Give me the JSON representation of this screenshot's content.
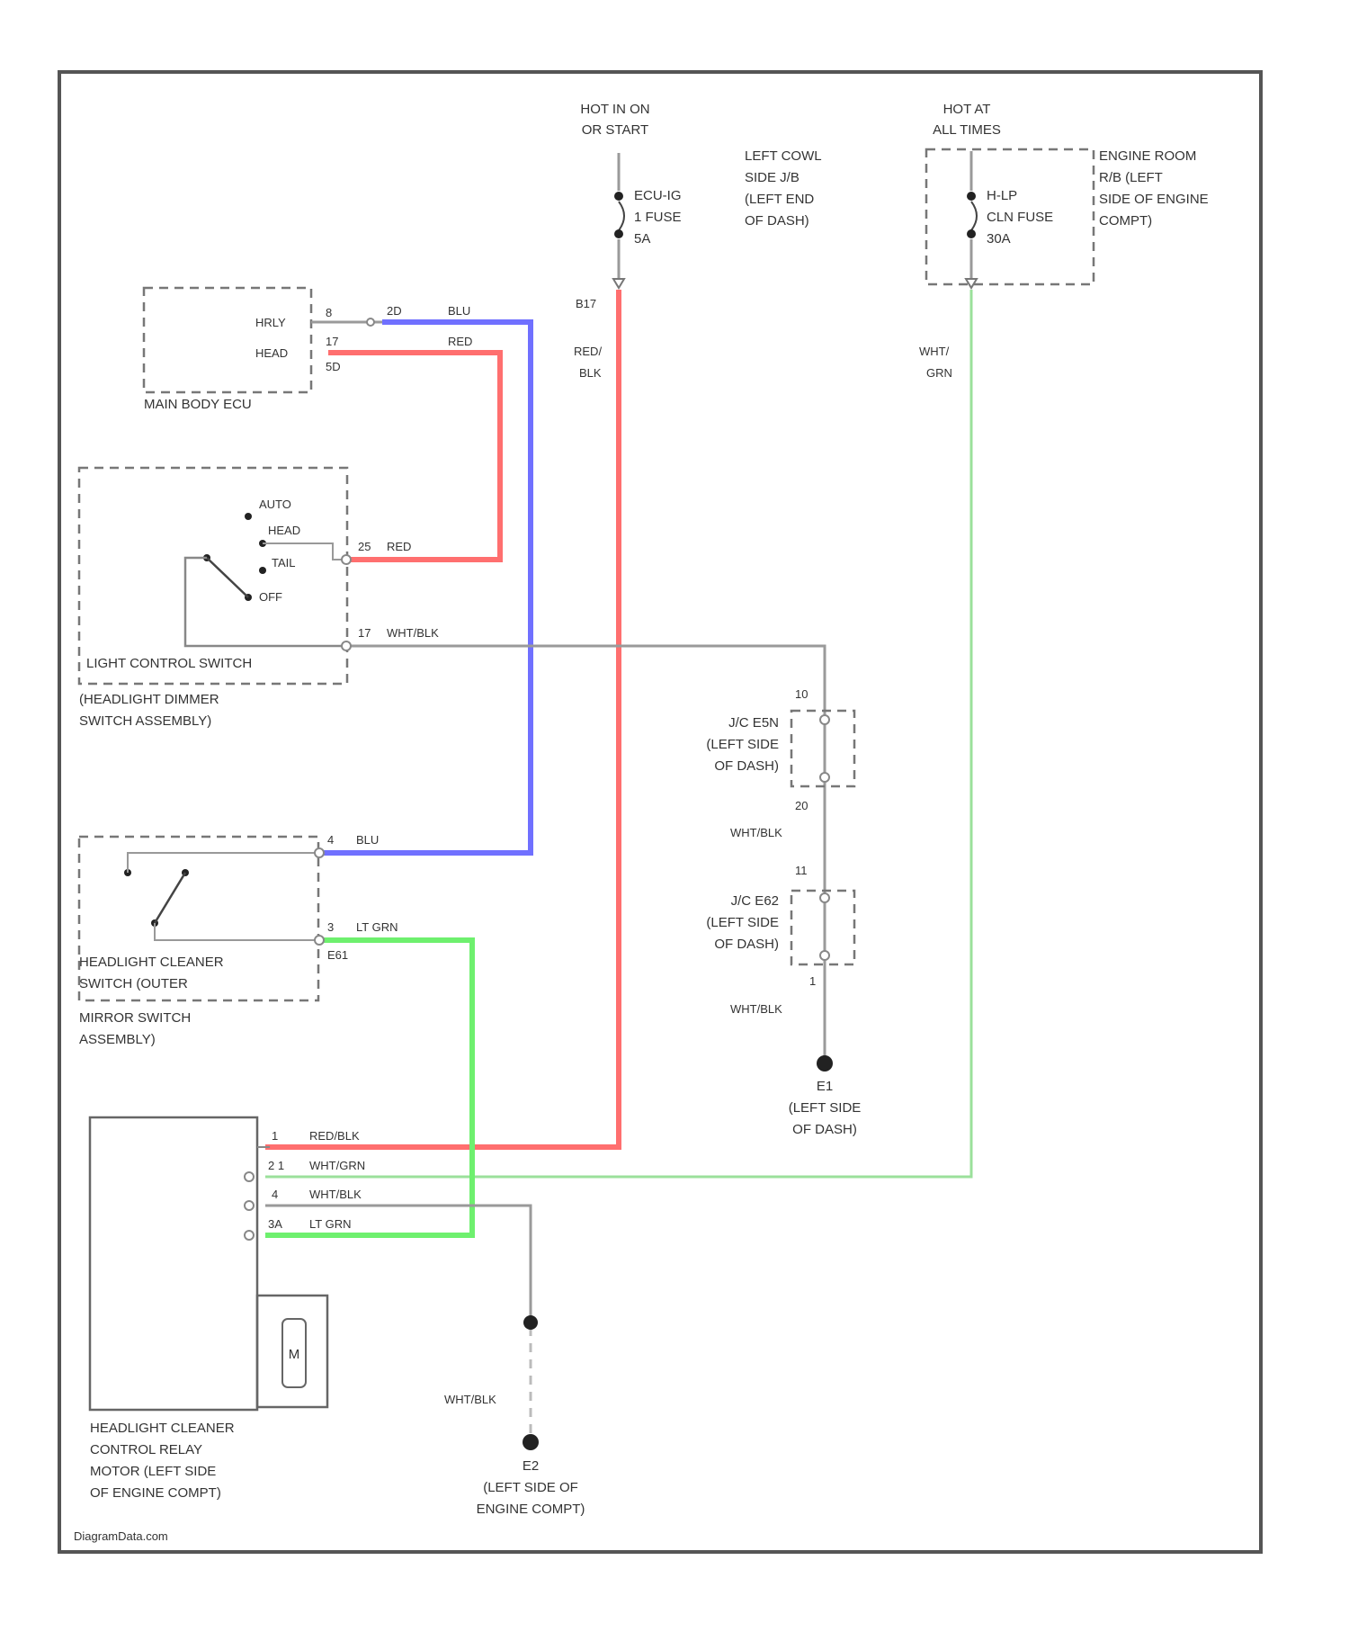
{
  "power": {
    "ign_line1": "HOT IN ON",
    "ign_line2": "OR START",
    "batt_line1": "HOT AT",
    "batt_line2": "ALL TIMES"
  },
  "fuses": {
    "ecu_ig": [
      "ECU-IG",
      "1 FUSE",
      "5A"
    ],
    "hlp": [
      "H-LP",
      "CLN FUSE",
      "30A"
    ]
  },
  "locations": {
    "cowl_jb": [
      "LEFT COWL",
      "SIDE J/B",
      "(LEFT END",
      "OF DASH)"
    ],
    "engine_rb": [
      "ENGINE ROOM",
      "R/B (LEFT",
      "SIDE OF ENGINE",
      "COMPT)"
    ]
  },
  "connectors": {
    "b17": "B17",
    "hrly_pin": "8",
    "head_pin": "17",
    "head_conn": "5D",
    "d_ref": "2D",
    "lcs_head_pin": "25",
    "lcs_gnd_pin": "17",
    "j5_top": "10",
    "j5_bot": "20",
    "j6_top": "11",
    "j6_bot": "1",
    "hc_top_pin": "4",
    "hc_bot_pin": "3",
    "hc_conn": "E61",
    "relay_p1": "1",
    "relay_p2": "2 1",
    "relay_p3": "4",
    "relay_p4": "3A"
  },
  "wires": {
    "blu": "BLU",
    "red": "RED",
    "red_blk_1": "RED/",
    "red_blk_2": "BLK",
    "wht_grn_1": "WHT/",
    "wht_grn_2": "GRN",
    "lcs_red": "RED",
    "wht_blk": "WHT/BLK",
    "wht_blk_2": "WHT/BLK",
    "wht_blk_3": "WHT/BLK",
    "hc_blu": "BLU",
    "lt_grn": "LT GRN",
    "relay_red_blk": "RED/BLK",
    "relay_wht_grn": "WHT/GRN",
    "relay_wht_blk": "WHT/BLK",
    "relay_lt_grn": "LT GRN",
    "gnd_wht_blk": "WHT/BLK"
  },
  "components": {
    "main_body_ecu": "MAIN BODY ECU",
    "hrly": "HRLY",
    "head": "HEAD",
    "switch_positions": [
      "AUTO",
      "HEAD",
      "TAIL",
      "OFF"
    ],
    "lcs": "LIGHT CONTROL SWITCH",
    "dimmer_1": "(HEADLIGHT DIMMER",
    "dimmer_2": "SWITCH ASSEMBLY)",
    "j5": [
      "J/C E5N",
      "(LEFT SIDE",
      "OF DASH)"
    ],
    "j6": [
      "J/C E62",
      "(LEFT SIDE",
      "OF DASH)"
    ],
    "hc_switch": [
      "HEADLIGHT CLEANER",
      "SWITCH (OUTER",
      "MIRROR SWITCH",
      "ASSEMBLY)"
    ],
    "relay": [
      "HEADLIGHT CLEANER",
      "CONTROL RELAY",
      "MOTOR (LEFT SIDE",
      "OF ENGINE COMPT)"
    ],
    "motor": "M"
  },
  "grounds": {
    "e1": [
      "E1",
      "(LEFT SIDE",
      "OF DASH)"
    ],
    "e2": [
      "E2",
      "(LEFT SIDE OF",
      "ENGINE COMPT)"
    ]
  },
  "footer": "DiagramData.com"
}
